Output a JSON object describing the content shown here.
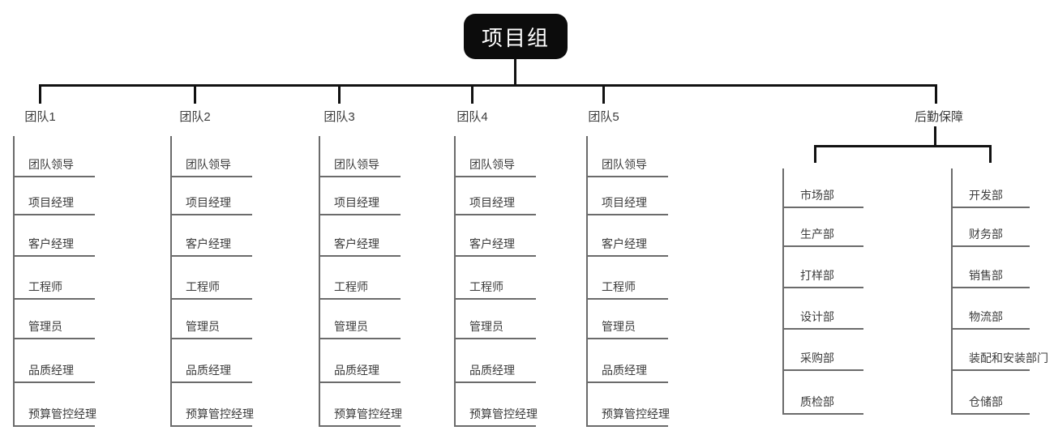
{
  "root": {
    "label": "项目组"
  },
  "teams": [
    {
      "label": "团队1",
      "roles": [
        "团队领导",
        "项目经理",
        "客户经理",
        "工程师",
        "管理员",
        "品质经理",
        "预算管控经理"
      ]
    },
    {
      "label": "团队2",
      "roles": [
        "团队领导",
        "项目经理",
        "客户经理",
        "工程师",
        "管理员",
        "品质经理",
        "预算管控经理"
      ]
    },
    {
      "label": "团队3",
      "roles": [
        "团队领导",
        "项目经理",
        "客户经理",
        "工程师",
        "管理员",
        "品质经理",
        "预算管控经理"
      ]
    },
    {
      "label": "团队4",
      "roles": [
        "团队领导",
        "项目经理",
        "客户经理",
        "工程师",
        "管理员",
        "品质经理",
        "预算管控经理"
      ]
    },
    {
      "label": "团队5",
      "roles": [
        "团队领导",
        "项目经理",
        "客户经理",
        "工程师",
        "管理员",
        "品质经理",
        "预算管控经理"
      ]
    }
  ],
  "logistics": {
    "label": "后勤保障",
    "columns": [
      {
        "departments": [
          "市场部",
          "生产部",
          "打样部",
          "设计部",
          "采购部",
          "质检部"
        ]
      },
      {
        "departments": [
          "开发部",
          "财务部",
          "销售部",
          "物流部",
          "装配和安装部门",
          "仓储部"
        ]
      }
    ]
  },
  "colors": {
    "connector": "#111111",
    "branch_line": "#6b6b6b",
    "text": "#3b3b3b",
    "root_bg": "#0c0c0c",
    "root_text": "#ffffff",
    "background": "#ffffff"
  }
}
